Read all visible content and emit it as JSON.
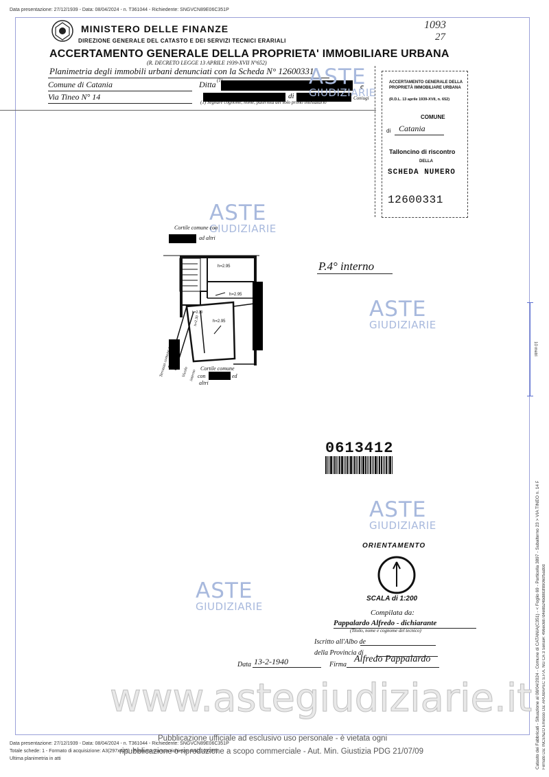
{
  "top_meta": "Data presentazione: 27/12/1939 - Data: 08/04/2024 - n. T361044 - Richiedente: SNGVCN89E06C351P",
  "corner_notes": {
    "line1": "1093",
    "line2": "27"
  },
  "header": {
    "ministry": "MINISTERO DELLE FINANZE",
    "direction": "DIREZIONE GENERALE DEL CATASTO E DEI SERVIZI TECNICI ERARIALI",
    "title": "ACCERTAMENTO GENERALE DELLA PROPRIETA' IMMOBILIARE URBANA",
    "decree": "(R. DECRETO LEGGE 13 APRILE 1939-XVII N°652)"
  },
  "form": {
    "planimetria": "Planimetria degli immobili urbani denunciati con la Scheda N° 12600331",
    "comune": "Comune di Catania",
    "ditta": "Ditta",
    "ditta_sup": "(1)",
    "via": "Via Tineo N° 14",
    "di": "di",
    "e": "e",
    "coniugi": "Coniugi",
    "note": "(1) Segnare cognome, nome, paternità del solo primo intestatario"
  },
  "tallon": {
    "head": "ACCERTAMENTO GENERALE DELLA PROPRIETÀ IMMOBILIARE URBANA",
    "law": "(R.D.L. 13 aprile 1939-XVII, n. 652)",
    "comune_label": "COMUNE",
    "di_label": "di",
    "comune_value": "Catania",
    "tall1": "Talloncino di riscontro",
    "della": "DELLA",
    "scheda": "SCHEDA NUMERO",
    "number": "12600331"
  },
  "plan": {
    "floor_label": "P.4° interno",
    "cortile_top_1": "Cortile comune con",
    "cortile_top_2": "ad altri",
    "cortile_bottom_1": "Cortile comune",
    "cortile_bottom_2": "con",
    "cortile_bottom_3": "ed",
    "cortile_bottom_4": "altri",
    "h1": "h=2.95",
    "h2": "h=2.95",
    "h3": "h=2.95",
    "h4": "h=2.30",
    "h5": "h=2.30",
    "terrazza": "Terrazza comune con",
    "vicolo": "Vicolo",
    "interno": "interno"
  },
  "barcode_number": "0613412",
  "watermark": {
    "main": "ASTE",
    "sub": "GIUDIZIARIE"
  },
  "orient": {
    "label": "ORIENTAMENTO",
    "scala": "SCALA di 1:200"
  },
  "compilata": {
    "label": "Compilata da:",
    "name": "Pappalardo Alfredo - dichiarante",
    "sub": "(Titolo, nome e cognome del tecnico)",
    "iscritto": "Iscritto all'Albo de",
    "provincia": "della Provincia di",
    "data_label": "Data",
    "data_value": "13-2-1940",
    "firma_label": "Firma",
    "firma_value": "Alfredo Pappalardo"
  },
  "site_wm": "www.astegiudiziarie.it",
  "publication": {
    "line1": "Pubblicazione ufficiale ad esclusivo uso personale - è vietata ogni",
    "line2": "ripubblicazione o riproduzione a scopo commerciale - Aut. Min. Giustizia PDG 21/07/09"
  },
  "footer": {
    "line1": "Data presentazione: 27/12/1939 - Data: 08/04/2024 - n. T361044 - Richiedente: SNGVCN89E06C351P",
    "line2": "Totale schede: 1 - Formato di acquisizione: A3(297x420) - Formato stampa richiesto: A4(210x297)",
    "line3": "Ultima planimetria in atti"
  },
  "side_note": "Catasto dei Fabbricati - Situazione al 08/04/2024 - Comune di CATANIA(C351) - < Foglio 69 - Particella 3897 - Subalterno 23 > VIA TINEO n. 14 Piano 4",
  "side_note2": "Firmato Da: INCENZO Emesso Da: ARUBAPEC S.P.A. NG CA 3 Serial#: 496ec687d4e8b24bd883f89060f5ad0d",
  "ruler_label": "10 metri"
}
